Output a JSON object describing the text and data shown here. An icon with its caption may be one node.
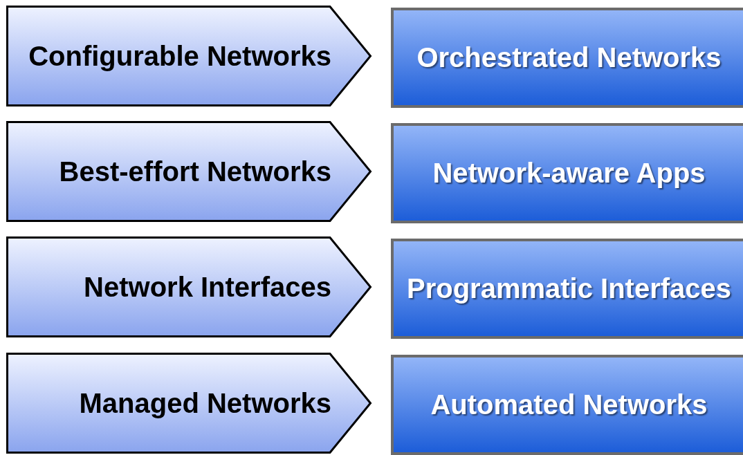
{
  "diagram": {
    "nodes": [
      {
        "text": [
          "Configurable Networks"
        ]
      },
      {
        "text": [
          "Orchestrated Networks"
        ]
      },
      {
        "text": [
          "Best-effort Networks"
        ]
      },
      {
        "text": [
          "Network-aware Apps"
        ]
      },
      {
        "text": [
          "Network Interfaces"
        ]
      },
      {
        "text": [
          "Programmatic Interfaces"
        ]
      },
      {
        "text": [
          "Managed Networks"
        ]
      },
      {
        "text": [
          "Automated Networks"
        ]
      }
    ]
  }
}
